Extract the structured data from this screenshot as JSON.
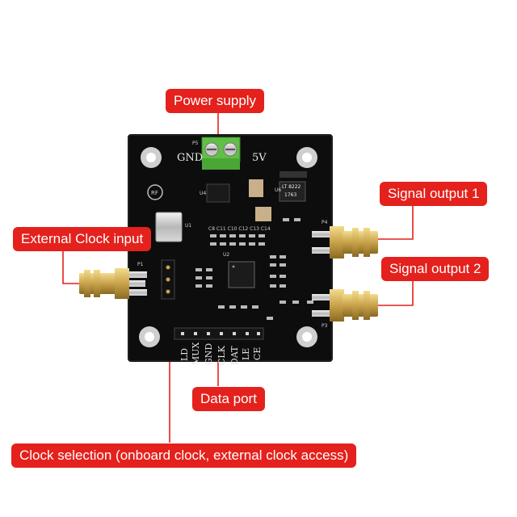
{
  "labels": {
    "power_supply": "Power supply",
    "signal_output_1": "Signal output 1",
    "signal_output_2": "Signal output 2",
    "external_clock_input": "External Clock input",
    "data_port": "Data port",
    "clock_selection": "Clock selection (onboard clock, external clock access)"
  },
  "board": {
    "gnd": "GND",
    "v5": "5V",
    "p5": "P5",
    "p1": "P1",
    "p4": "P4",
    "p3": "P3",
    "u1": "U1",
    "u2": "U2",
    "u4": "U4",
    "u6": "U6",
    "chip_mark": "LT 8222",
    "chip_code": "1763",
    "rf_logo": "RF",
    "cap_row": "C8 C11 C10 C12 C13 C14",
    "data_pins": [
      "LD",
      "MUX",
      "GND",
      "CLK",
      "DAT",
      "LE",
      "CE"
    ]
  },
  "colors": {
    "label_bg": "#e4211c",
    "label_text": "#ffffff",
    "pcb": "#0d0d0d",
    "connector_gold": "#c9a24a",
    "terminal_green": "#5fbf46"
  }
}
